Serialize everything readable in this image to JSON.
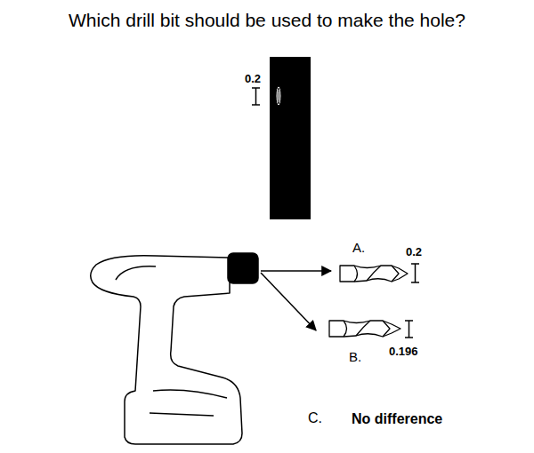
{
  "diagram": {
    "title": "Which drill bit should be used to make the hole?",
    "labels": [
      "0.2",
      "A.",
      "0.2",
      "B.",
      "0.196",
      "C.",
      "No difference"
    ]
  }
}
